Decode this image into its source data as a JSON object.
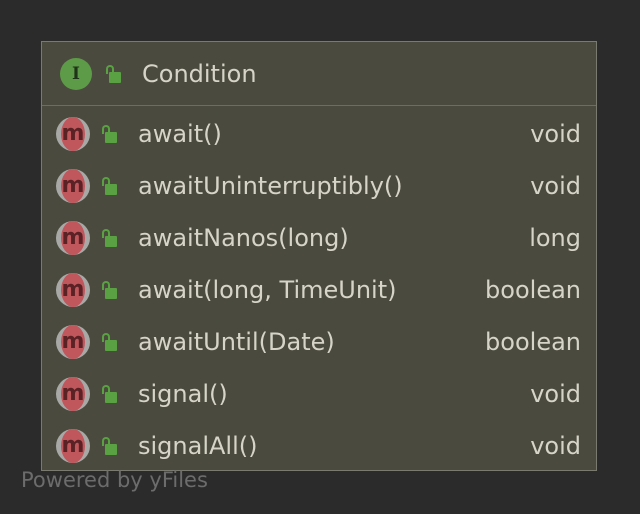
{
  "node": {
    "type_badge": "I",
    "class_name": "Condition",
    "members": [
      {
        "icon": "m",
        "name": "await()",
        "type": "void"
      },
      {
        "icon": "m",
        "name": "awaitUninterruptibly()",
        "type": "void"
      },
      {
        "icon": "m",
        "name": "awaitNanos(long)",
        "type": "long"
      },
      {
        "icon": "m",
        "name": "await(long, TimeUnit)",
        "type": "boolean"
      },
      {
        "icon": "m",
        "name": "awaitUntil(Date)",
        "type": "boolean"
      },
      {
        "icon": "m",
        "name": "signal()",
        "type": "void"
      },
      {
        "icon": "m",
        "name": "signalAll()",
        "type": "void"
      }
    ]
  },
  "watermark": "Powered by yFiles",
  "colors": {
    "background": "#2b2b2b",
    "node_fill": "#4b4a3e",
    "interface_badge": "#5e9b48",
    "method_badge": "#c0575d",
    "visibility_lock": "#5aa144"
  },
  "icons": {
    "interface": "interface-icon",
    "method": "method-icon",
    "visibility": "unlock-icon"
  }
}
